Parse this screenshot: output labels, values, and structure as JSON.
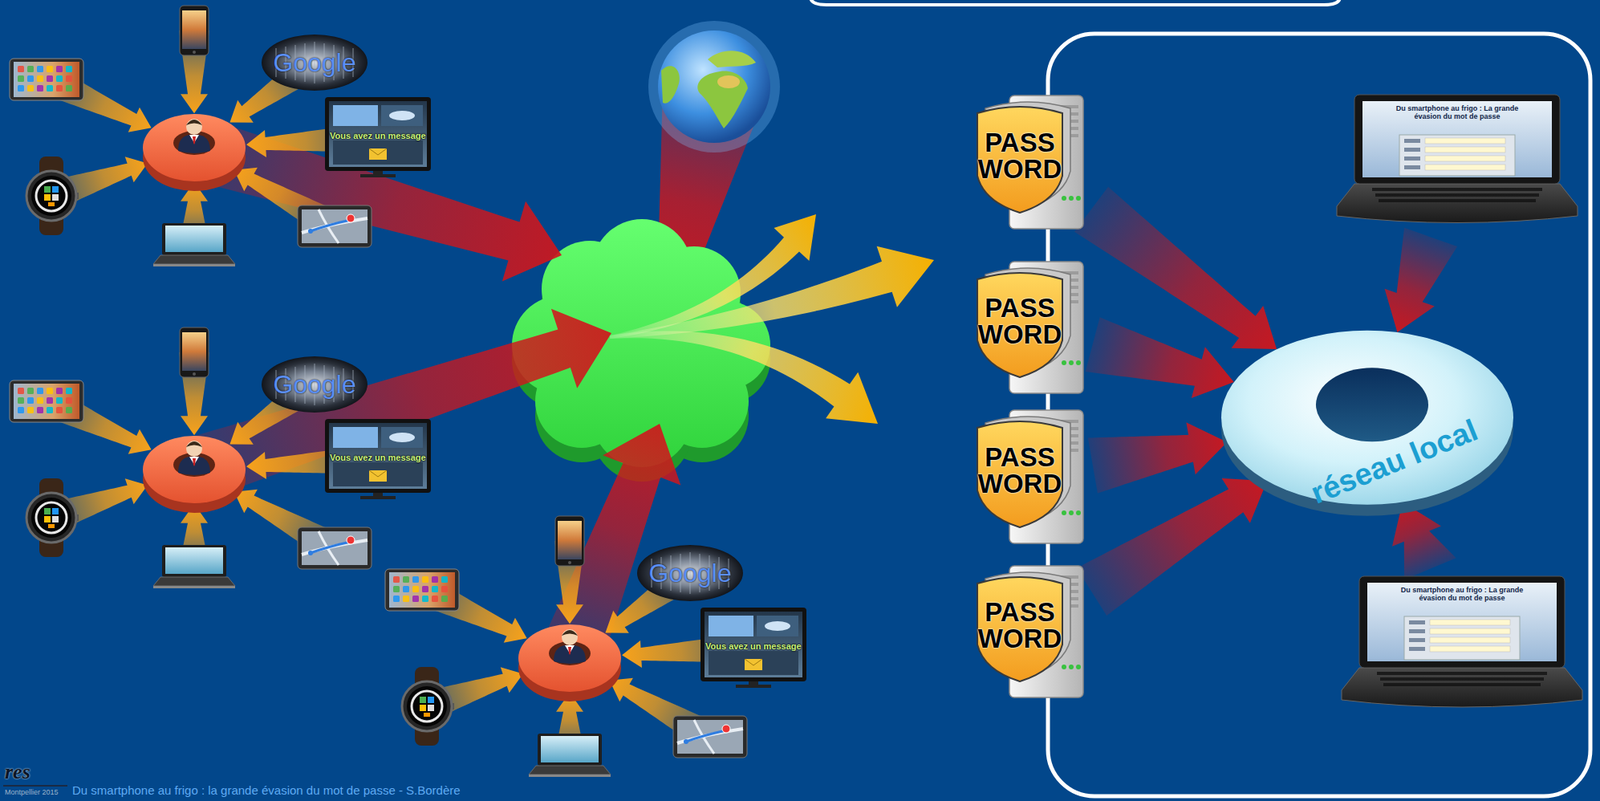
{
  "diagram": {
    "caption": "Du smartphone au frigo : la grande évasion du mot de passe - S.Bordère",
    "nodes": [
      {
        "text": [
          "PASS WORD"
        ]
      },
      {
        "text": [
          "PASS WORD"
        ]
      },
      {
        "text": [
          "PASS WORD"
        ]
      },
      {
        "text": [
          "PASS WORD"
        ]
      },
      {
        "text": [
          "Du smartphone au frigo : La grande évasion du mot de passe"
        ]
      },
      {
        "text": [
          "réseau local"
        ]
      },
      {
        "text": [
          "Du smartphone au frigo : La grande évasion du mot de passe"
        ]
      }
    ],
    "edges": [
      {
        "from": 0,
        "to": 5,
        "arrow": "to"
      },
      {
        "from": 1,
        "to": 5,
        "arrow": "to"
      },
      {
        "from": 2,
        "to": 5,
        "arrow": "to"
      },
      {
        "from": 3,
        "to": 5,
        "arrow": "to"
      },
      {
        "from": 4,
        "to": 5,
        "arrow": "to"
      },
      {
        "from": 6,
        "to": 5,
        "arrow": "to"
      }
    ],
    "labels": [
      "Google",
      "Vous avez un message",
      "Google",
      "Vous avez un message",
      "Google",
      "Vous avez un message",
      "res",
      "Montpellier 2015"
    ]
  }
}
